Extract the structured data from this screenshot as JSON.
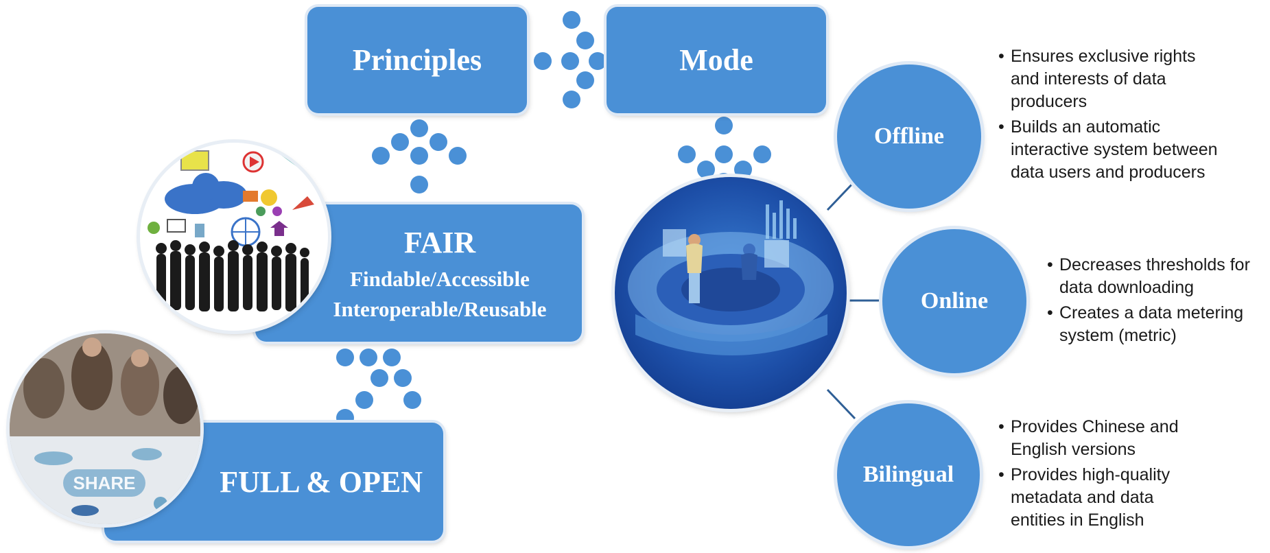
{
  "boxes": {
    "principles": "Principles",
    "mode": "Mode",
    "fair_title": "FAIR",
    "fair_line1": "Findable/Accessible",
    "fair_line2": "Interoperable/Reusable",
    "full_open": "FULL & OPEN"
  },
  "modes": [
    {
      "label": "Offline",
      "bullets": [
        "Ensures exclusive rights and interests of data producers",
        "Builds an automatic interactive system between data users and producers"
      ]
    },
    {
      "label": "Online",
      "bullets": [
        "Decreases thresholds for data downloading",
        "Creates a data metering system (metric)"
      ]
    },
    {
      "label": "Bilingual",
      "bullets": [
        "Provides Chinese and English versions",
        "Provides high-quality metadata and data entities in English"
      ]
    }
  ],
  "images": {
    "share_sign_text": "SHARE"
  },
  "colors": {
    "box_fill": "#4a90d6",
    "box_border": "#dfe9f5",
    "connector": "#2f5f96"
  }
}
